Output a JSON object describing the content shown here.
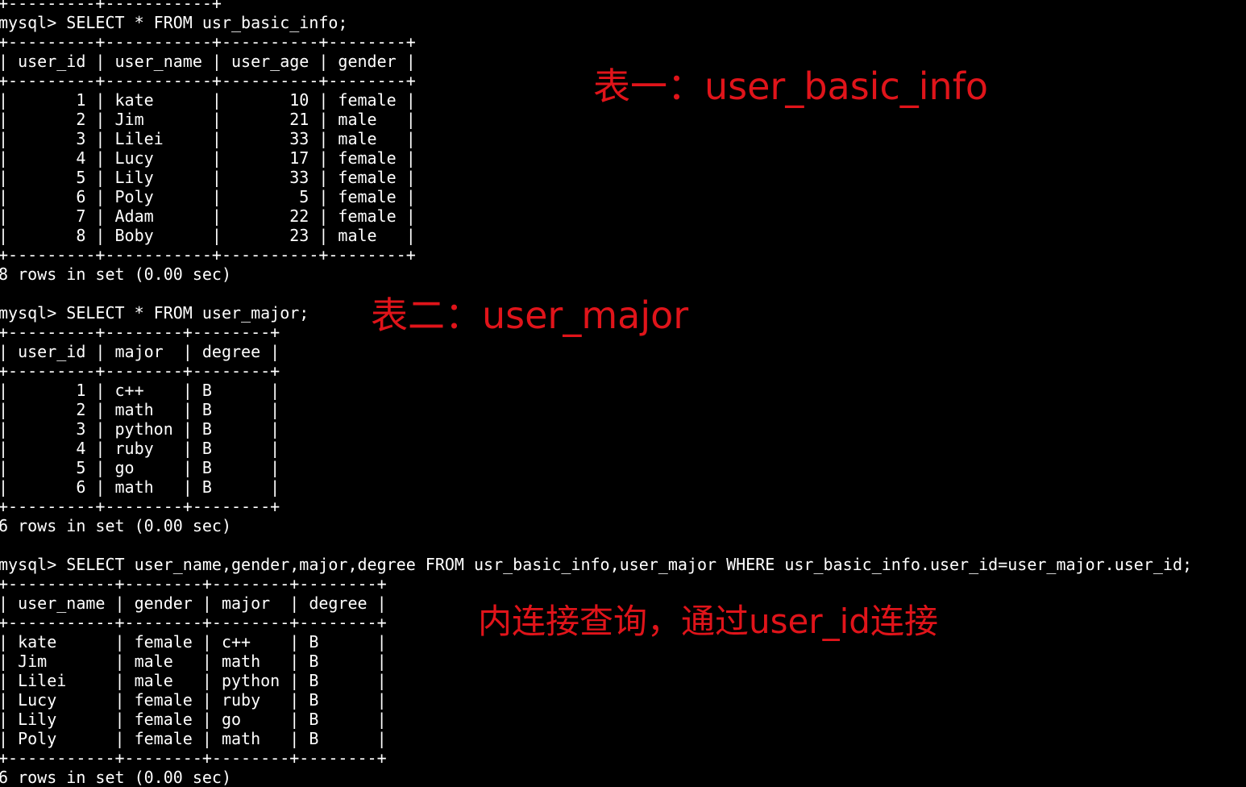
{
  "terminal": {
    "lines": [
      "+---------+-----------+",
      "mysql> SELECT * FROM usr_basic_info;",
      "+---------+-----------+----------+--------+",
      "| user_id | user_name | user_age | gender |",
      "+---------+-----------+----------+--------+",
      "|       1 | kate      |       10 | female |",
      "|       2 | Jim       |       21 | male   |",
      "|       3 | Lilei     |       33 | male   |",
      "|       4 | Lucy      |       17 | female |",
      "|       5 | Lily      |       33 | female |",
      "|       6 | Poly      |        5 | female |",
      "|       7 | Adam      |       22 | female |",
      "|       8 | Boby      |       23 | male   |",
      "+---------+-----------+----------+--------+",
      "8 rows in set (0.00 sec)",
      "",
      "mysql> SELECT * FROM user_major;",
      "+---------+--------+--------+",
      "| user_id | major  | degree |",
      "+---------+--------+--------+",
      "|       1 | c++    | B      |",
      "|       2 | math   | B      |",
      "|       3 | python | B      |",
      "|       4 | ruby   | B      |",
      "|       5 | go     | B      |",
      "|       6 | math   | B      |",
      "+---------+--------+--------+",
      "6 rows in set (0.00 sec)",
      "",
      "mysql> SELECT user_name,gender,major,degree FROM usr_basic_info,user_major WHERE usr_basic_info.user_id=user_major.user_id;",
      "+-----------+--------+--------+--------+",
      "| user_name | gender | major  | degree |",
      "+-----------+--------+--------+--------+",
      "| kate      | female | c++    | B      |",
      "| Jim       | male   | math   | B      |",
      "| Lilei     | male   | python | B      |",
      "| Lucy      | female | ruby   | B      |",
      "| Lily      | female | go     | B      |",
      "| Poly      | female | math   | B      |",
      "+-----------+--------+--------+--------+",
      "6 rows in set (0.00 sec)"
    ]
  },
  "annotations": {
    "table1": "表一：user_basic_info",
    "table2": "表二：user_major",
    "join_note": "内连接查询，通过user_id连接"
  },
  "colors": {
    "background": "#000000",
    "terminal_text": "#ffffff",
    "annotation_text": "#e0141a"
  }
}
